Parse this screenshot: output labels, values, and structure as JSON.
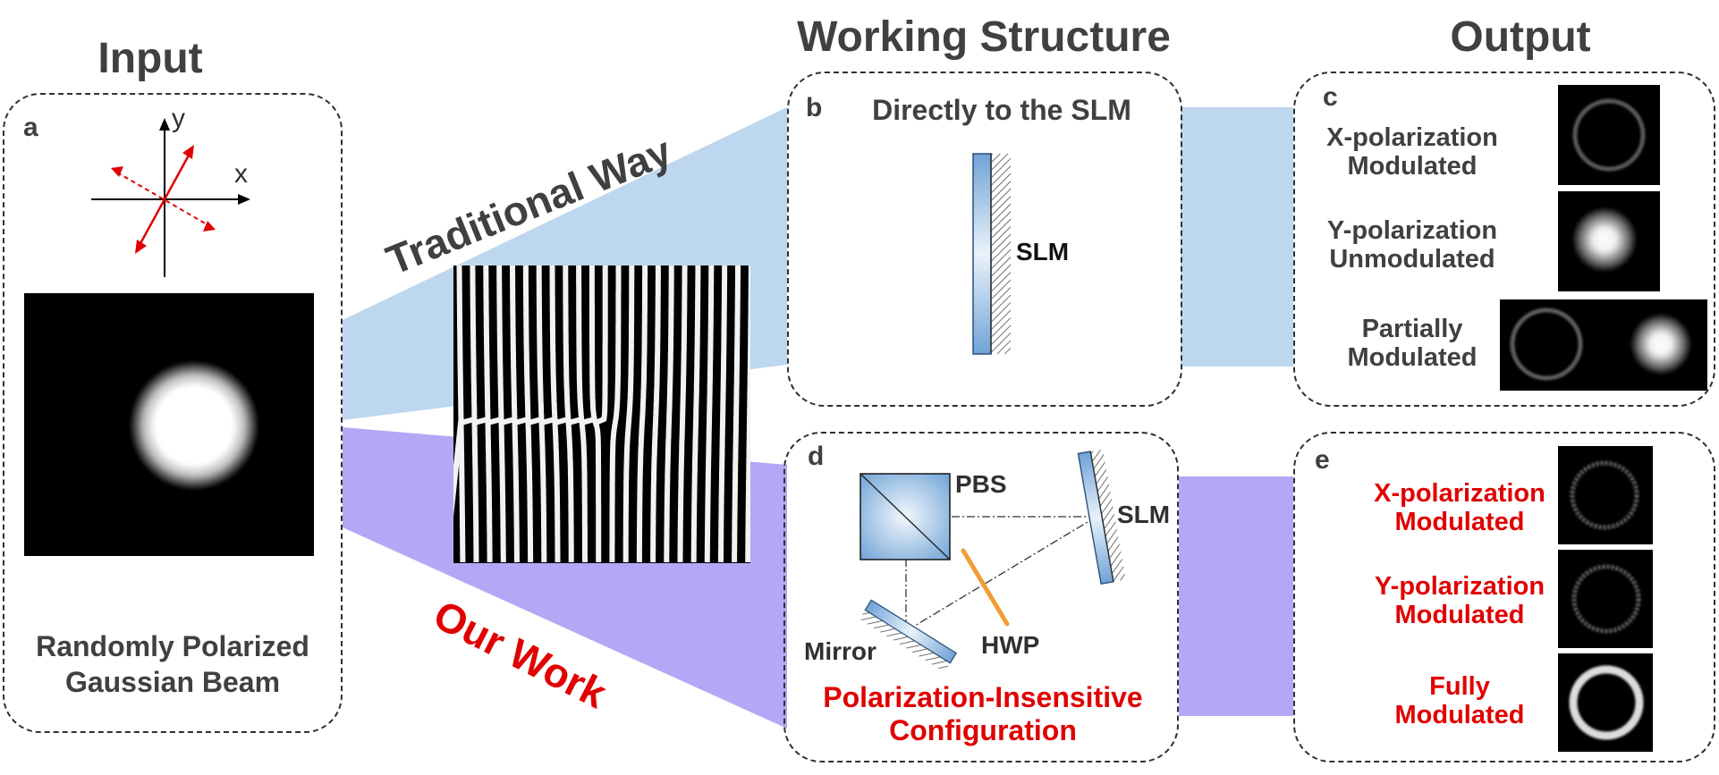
{
  "headers": {
    "input": "Input",
    "working": "Working Structure",
    "output": "Output"
  },
  "panel_a": {
    "label": "a",
    "axis_x": "x",
    "axis_y": "y",
    "caption_line1": "Randomly Polarized",
    "caption_line2": "Gaussian Beam"
  },
  "paths": {
    "traditional": "Traditional Way",
    "ours": "Our Work"
  },
  "panel_b": {
    "label": "b",
    "title": "Directly to the SLM",
    "slm": "SLM"
  },
  "panel_c": {
    "label": "c",
    "row1_line1": "X-polarization",
    "row1_line2": "Modulated",
    "row2_line1": "Y-polarization",
    "row2_line2": "Unmodulated",
    "row3_line1": "Partially",
    "row3_line2": "Modulated"
  },
  "panel_d": {
    "label": "d",
    "pbs": "PBS",
    "slm": "SLM",
    "mirror": "Mirror",
    "hwp": "HWP",
    "caption_line1": "Polarization-Insensitive",
    "caption_line2": "Configuration"
  },
  "panel_e": {
    "label": "e",
    "row1_line1": "X-polarization",
    "row1_line2": "Modulated",
    "row2_line1": "Y-polarization",
    "row2_line2": "Modulated",
    "row3_line1": "Fully",
    "row3_line2": "Modulated"
  },
  "colors": {
    "traditional_fill": "#bdd7ee",
    "ours_fill": "#b4a7f5",
    "highlight_text": "#e00000",
    "body_text": "#404040",
    "polarization_arrows": "#e00000"
  },
  "icons": {
    "axes": "xy-axes-icon",
    "hologram": "fork-hologram-image",
    "slm": "slm-device-icon",
    "pbs": "beam-splitter-cube-icon",
    "mirror": "mirror-icon",
    "hwp": "half-wave-plate-icon"
  }
}
